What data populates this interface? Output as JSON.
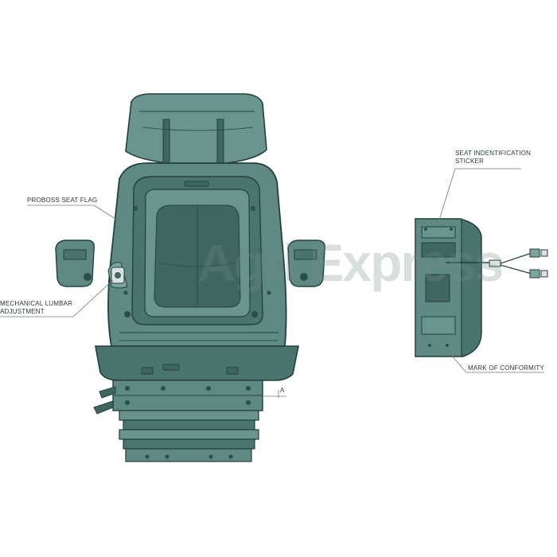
{
  "labels": {
    "proboss_seat_flag": "PROBOSS SEAT FLAG",
    "mechanical_lumbar_line1": "MECHANICAL LUMBAR",
    "mechanical_lumbar_line2": "ADJUSTMENT",
    "seat_identification_line1": "SEAT INDENTIFICATION",
    "seat_identification_line2": "STICKER",
    "mark_of_conformity": "MARK OF CONFORMITY",
    "dimension_marker": "A"
  },
  "watermark": {
    "text": "Agri Express"
  },
  "colors": {
    "seat_fill": "#5f8a84",
    "seat_dark": "#3f6660",
    "seat_light": "#7ea49e",
    "outline": "#23403c",
    "leader_line": "#6b7d7a"
  }
}
